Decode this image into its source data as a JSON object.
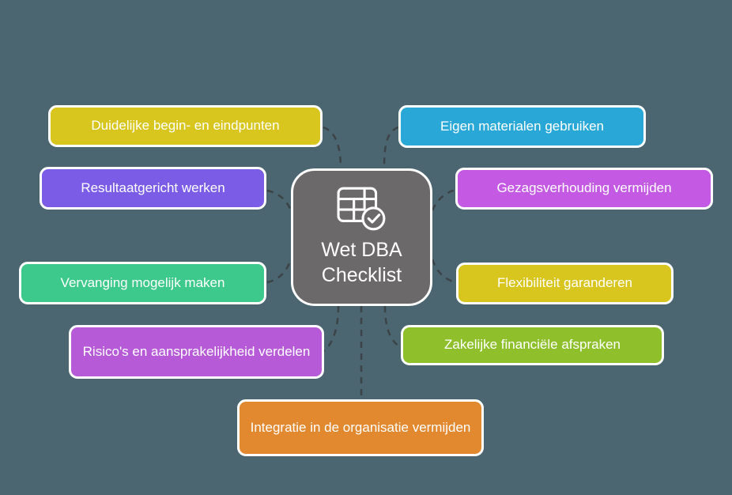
{
  "canvas": {
    "background": "#4b6670",
    "connector_color": "#3c4347",
    "text_color": "#ffffff",
    "border_color": "#ffffff"
  },
  "center": {
    "label": "Wet DBA Checklist",
    "color": "#6b6969",
    "icon": "table-check-icon"
  },
  "nodes": [
    {
      "id": "duidelijke-begin-en-eindpunten",
      "label": "Duidelijke begin- en eindpunten",
      "color": "#d8c51e"
    },
    {
      "id": "resultaatgericht-werken",
      "label": "Resultaatgericht werken",
      "color": "#7a5ce6"
    },
    {
      "id": "vervanging-mogelijk-maken",
      "label": "Vervanging mogelijk maken",
      "color": "#3ec98c"
    },
    {
      "id": "risicos-en-aansprakelijkheid-verdelen",
      "label": "Risico's en aansprakelijkheid verdelen",
      "color": "#b65ad8"
    },
    {
      "id": "eigen-materialen-gebruiken",
      "label": "Eigen materialen gebruiken",
      "color": "#29a8d8"
    },
    {
      "id": "gezagsverhouding-vermijden",
      "label": "Gezagsverhouding vermijden",
      "color": "#c45ae4"
    },
    {
      "id": "flexibiliteit-garanderen",
      "label": "Flexibiliteit garanderen",
      "color": "#d8c51e"
    },
    {
      "id": "zakelijke-financiele-afspraken",
      "label": "Zakelijke financiële afspraken",
      "color": "#8fc02c"
    },
    {
      "id": "integratie-in-de-organisatie-vermijden",
      "label": "Integratie in de organisatie vermijden",
      "color": "#e2882e"
    }
  ]
}
